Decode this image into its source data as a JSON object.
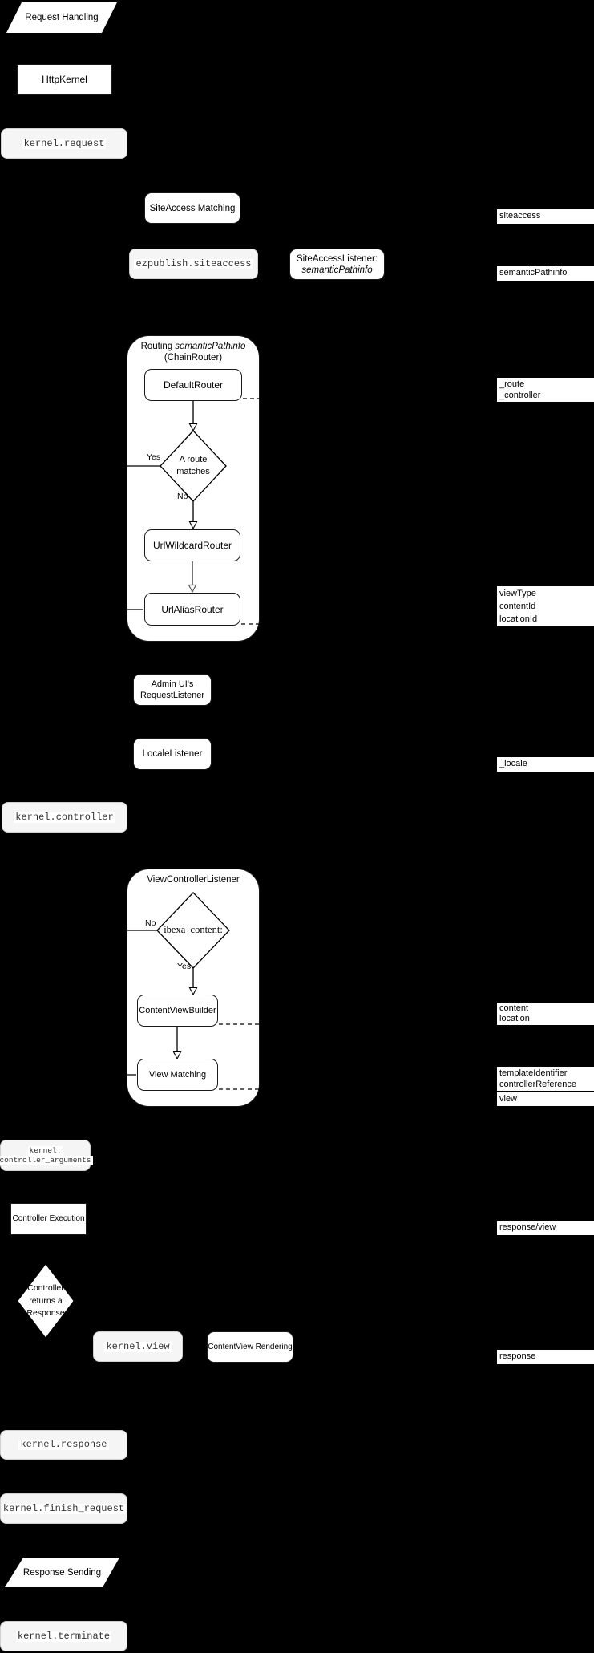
{
  "colors": {
    "background": "#000000",
    "node_fill": "#ffffff",
    "event_fill": "#f5f5f5",
    "line": "#000000",
    "text": "#000000"
  },
  "nodes": {
    "request_handling": {
      "label": "Request Handling"
    },
    "http_kernel": {
      "label": "HttpKernel"
    },
    "kernel_request": {
      "label": "kernel.request"
    },
    "siteaccess_matching": {
      "label": "SiteAccess Matching"
    },
    "ezpublish_siteaccess": {
      "label": "ezpublish.siteaccess"
    },
    "siteaccess_listener": {
      "line1": "SiteAccessListener:",
      "line2": "semanticPathinfo"
    },
    "routing_container": {
      "title_prefix": "Routing",
      "title_italic": "semanticPathinfo",
      "subtitle": "(ChainRouter)"
    },
    "default_router": {
      "label": "DefaultRouter"
    },
    "route_matches_decision": {
      "line1": "A route",
      "line2": "matches"
    },
    "url_wildcard_router": {
      "label": "UrlWildcardRouter"
    },
    "url_alias_router": {
      "label": "UrlAliasRouter"
    },
    "admin_request_listener": {
      "line1": "Admin UI's",
      "line2": "RequestListener"
    },
    "locale_listener": {
      "label": "LocaleListener"
    },
    "kernel_controller": {
      "label": "kernel.controller"
    },
    "view_controller_listener": {
      "title": "ViewControllerListener"
    },
    "ibexa_content_decision": {
      "label": "ibexa_content:"
    },
    "content_view_builder": {
      "label": "ContentViewBuilder"
    },
    "view_matching": {
      "label": "View Matching"
    },
    "kernel_controller_arguments": {
      "line1": "kernel.",
      "line2": "controller_arguments"
    },
    "controller_execution": {
      "label": "Controller Execution"
    },
    "controller_returns_decision": {
      "line1": "Controller",
      "line2": "returns a",
      "line3": "Response"
    },
    "kernel_view": {
      "label": "kernel.view"
    },
    "contentview_rendering": {
      "label": "ContentView Rendering"
    },
    "kernel_response": {
      "label": "kernel.response"
    },
    "kernel_finish_request": {
      "label": "kernel.finish_request"
    },
    "response_sending": {
      "label": "Response Sending"
    },
    "kernel_terminate": {
      "label": "kernel.terminate"
    }
  },
  "edge_labels": {
    "route_yes": "Yes",
    "route_no": "No",
    "ibexa_no": "No",
    "ibexa_yes": "Yes"
  },
  "side_labels": [
    {
      "lines": [
        "siteaccess"
      ]
    },
    {
      "lines": [
        "semanticPathinfo"
      ]
    },
    {
      "lines": [
        "_route",
        "_controller"
      ]
    },
    {
      "lines": [
        "viewType",
        "contentId",
        "locationId"
      ]
    },
    {
      "lines": [
        "_locale"
      ]
    },
    {
      "lines": [
        "content",
        "location"
      ]
    },
    {
      "lines": [
        "templateIdentifier",
        "controllerReference"
      ]
    },
    {
      "lines": [
        "view"
      ]
    },
    {
      "lines": [
        "response/view"
      ]
    },
    {
      "lines": [
        "response"
      ]
    }
  ]
}
